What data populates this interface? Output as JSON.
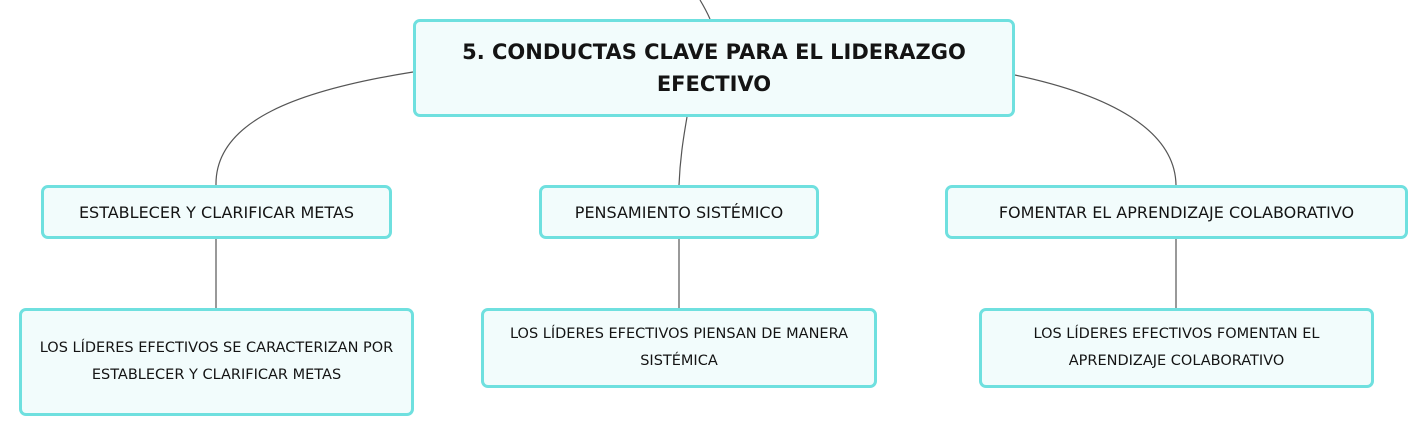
{
  "root": {
    "label": "5. CONDUCTAS CLAVE PARA EL LIDERAZGO EFECTIVO"
  },
  "topics": [
    {
      "label": "ESTABLECER Y CLARIFICAR METAS",
      "detail": "LOS LÍDERES EFECTIVOS SE CARACTERIZAN POR ESTABLECER Y CLARIFICAR METAS"
    },
    {
      "label": "PENSAMIENTO SISTÉMICO",
      "detail": "LOS LÍDERES EFECTIVOS PIENSAN DE MANERA SISTÉMICA"
    },
    {
      "label": "FOMENTAR EL APRENDIZAJE COLABORATIVO",
      "detail": "LOS LÍDERES EFECTIVOS FOMENTAN EL APRENDIZAJE COLABORATIVO"
    }
  ],
  "colors": {
    "node_border": "#6fe0df",
    "node_fill": "#f2fcfc",
    "connector": "#555555"
  }
}
